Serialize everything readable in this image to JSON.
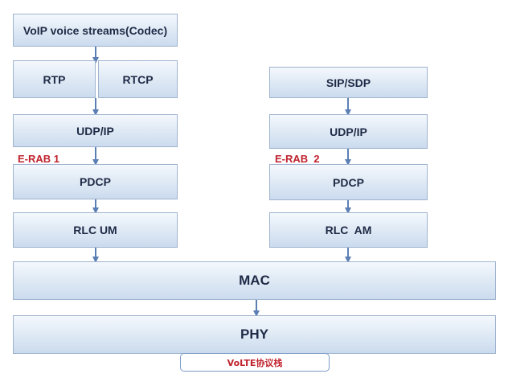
{
  "diagram": {
    "left_stack": {
      "codec": "VoIP voice streams(Codec)",
      "rtp": "RTP",
      "rtcp": "RTCP",
      "udp_ip": "UDP/IP",
      "erab": "E-RAB 1",
      "pdcp": "PDCP",
      "rlc": "RLC UM"
    },
    "right_stack": {
      "sip": "SIP/SDP",
      "udp_ip": "UDP/IP",
      "erab": "E-RAB  2",
      "pdcp": "PDCP",
      "rlc": "RLC  AM"
    },
    "mac": "MAC",
    "phy": "PHY",
    "caption": "VoLTE协议栈"
  },
  "colors": {
    "box_fill": "#dde8f4",
    "box_border": "#9fb3cf",
    "arrow": "#5b7fb4",
    "label_red": "#c0222d",
    "text": "#1e2a46"
  }
}
